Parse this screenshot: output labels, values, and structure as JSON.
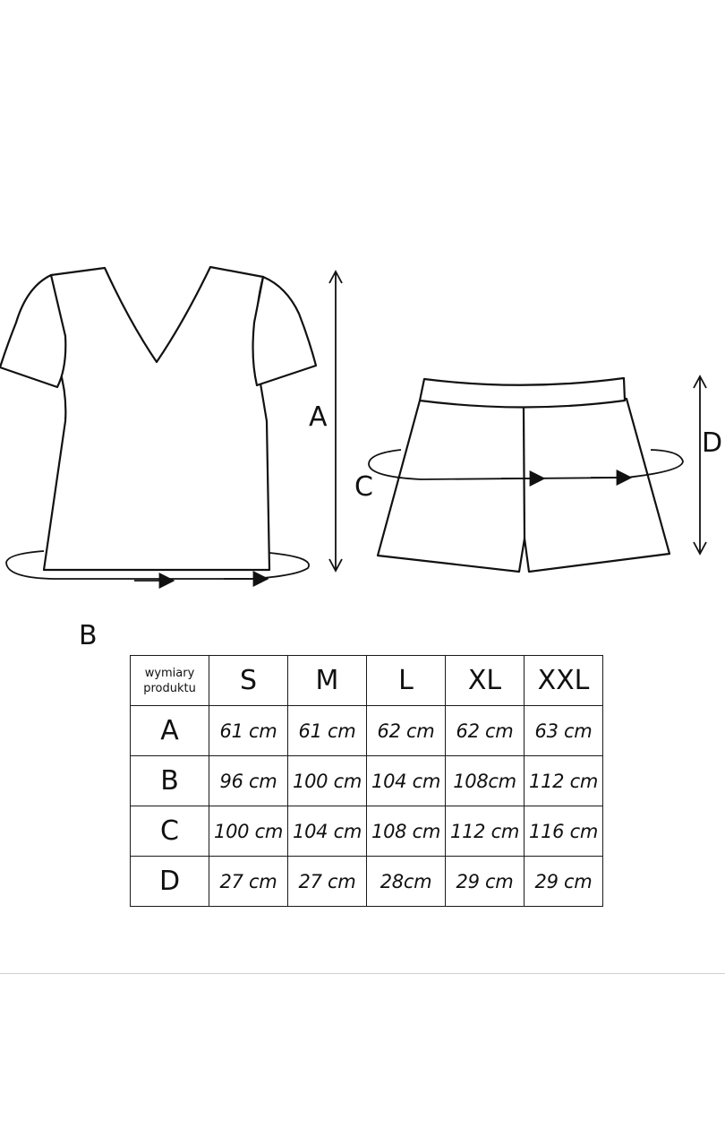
{
  "labels": {
    "a": "A",
    "b": "B",
    "c": "C",
    "d": "D"
  },
  "table": {
    "header_label": "wymiary produktu",
    "sizes": [
      "S",
      "M",
      "L",
      "XL",
      "XXL"
    ],
    "rows": [
      {
        "label": "A",
        "values": [
          "61 cm",
          "61 cm",
          "62 cm",
          "62 cm",
          "63 cm"
        ]
      },
      {
        "label": "B",
        "values": [
          "96 cm",
          "100 cm",
          "104 cm",
          "108cm",
          "112 cm"
        ]
      },
      {
        "label": "C",
        "values": [
          "100 cm",
          "104 cm",
          "108 cm",
          "112 cm",
          "116 cm"
        ]
      },
      {
        "label": "D",
        "values": [
          "27 cm",
          "27 cm",
          "28cm",
          "29 cm",
          "29 cm"
        ]
      }
    ]
  }
}
